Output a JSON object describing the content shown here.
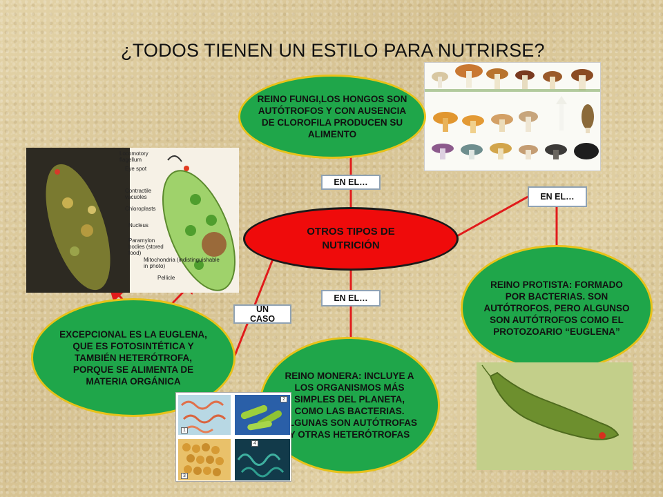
{
  "title": "¿TODOS TIENEN UN ESTILO PARA NUTRIRSE?",
  "center_node": "OTROS TIPOS DE NUTRICIÓN",
  "nodes": {
    "fungi": "REINO FUNGI,LOS HONGOS SON AUTÓTROFOS Y CON AUSENCIA DE CLOROFILA PRODUCEN SU ALIMENTO",
    "protista": "REINO PROTISTA: FORMADO POR BACTERIAS. SON AUTÓTROFOS, PERO ALGUNSO SON AUTÓTROFOS COMO EL PROTOZOARIO “EUGLENA”",
    "monera": "REINO MONERA: INCLUYE A LOS ORGANISMOS MÁS SIMPLES DEL PLANETA, COMO LAS BACTERIAS. ALGUNAS SON AUTÓTROFAS Y OTRAS HETERÓTROFAS",
    "euglena": "EXCEPCIONAL ES LA EUGLENA, QUE ES FOTOSINTÉTICA Y TAMBIÉN HETERÓTROFA, PORQUE SE ALIMENTA DE MATERIA ORGÁNICA"
  },
  "tags": {
    "top": "EN EL…",
    "right": "EN EL…",
    "bottom": "EN EL…",
    "left": "UN CASO"
  },
  "euglena_diagram": {
    "labels": [
      "Locomotory flagellum",
      "Eye spot",
      "Contractile vacuoles",
      "Chloroplasts",
      "Nucleus",
      "Paramylon bodies (stored food)",
      "Mitochondria (indistinguishable in photo)",
      "Pellicle"
    ]
  },
  "bacteria_panels": [
    "1",
    "2",
    "3",
    "4"
  ],
  "colors": {
    "node_green": "#1fa64a",
    "node_border": "#e7c21a",
    "center_red": "#ef0b0b",
    "connector_red": "#e11b1b",
    "tag_border": "#8fa2b4"
  }
}
